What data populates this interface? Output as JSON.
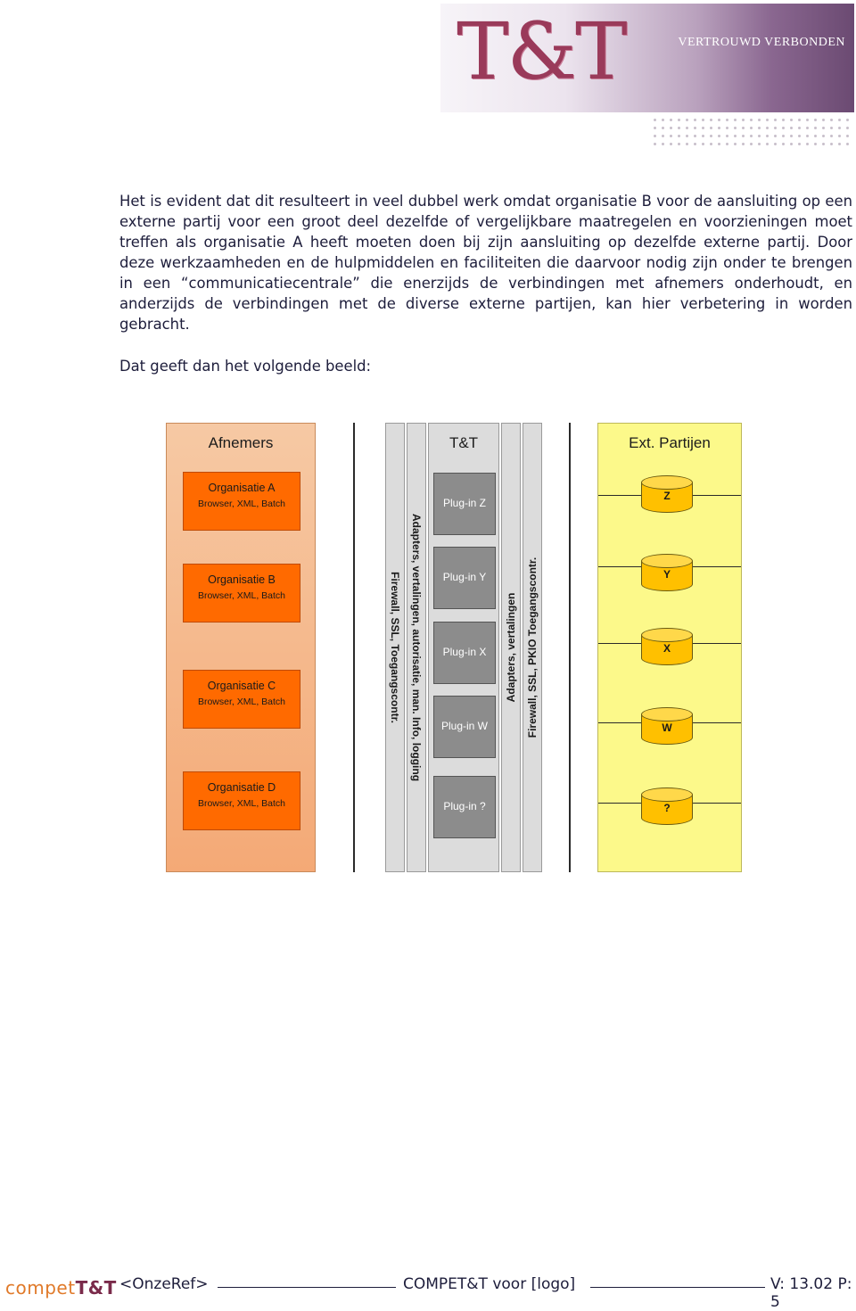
{
  "header": {
    "logo_mark": "T&T",
    "logo_tagline": "VERTROUWD VERBONDEN"
  },
  "body": {
    "paragraph_1": "Het is evident dat dit resulteert in veel dubbel werk omdat organisatie B voor de aansluiting op een externe partij voor een groot deel dezelfde of vergelijkbare maatregelen en voorzieningen moet treffen als organisatie A heeft moeten doen bij zijn aansluiting op dezelfde externe partij. Door deze werkzaamheden en de hulpmiddelen en faciliteiten die daarvoor nodig zijn onder te brengen in een “communicatiecentrale” die enerzijds de verbindingen met afnemers onderhoudt, en anderzijds de verbindingen met de diverse externe partijen, kan hier verbetering in worden gebracht.",
    "paragraph_2": "Dat geeft dan het volgende beeld:"
  },
  "diagram": {
    "afnemers_title": "Afnemers",
    "organisaties": [
      {
        "name": "Organisatie A",
        "sub": "Browser, XML, Batch"
      },
      {
        "name": "Organisatie B",
        "sub": "Browser, XML, Batch"
      },
      {
        "name": "Organisatie C",
        "sub": "Browser, XML, Batch"
      },
      {
        "name": "Organisatie D",
        "sub": "Browser, XML, Batch"
      }
    ],
    "band_left_1": "Firewall, SSL, Toegangscontr.",
    "band_left_2": "Adapters, vertalingen, autorisatie, man. Info, logging",
    "tt_title": "T&T",
    "plugins": [
      "Plug-in Z",
      "Plug-in Y",
      "Plug-in X",
      "Plug-in W",
      "Plug-in ?"
    ],
    "band_right_1": "Adapters, vertalingen",
    "band_right_2": "Firewall, SSL, PKIO Toegangscontr.",
    "ext_title": "Ext. Partijen",
    "partijen": [
      "Z",
      "Y",
      "X",
      "W",
      "?"
    ]
  },
  "footer": {
    "logo_text": "compet",
    "logo_brand": "T&T",
    "ref": "<OnzeRef>",
    "title": "COMPET&T voor [logo]",
    "version": "V: 13.02 P: 5"
  }
}
